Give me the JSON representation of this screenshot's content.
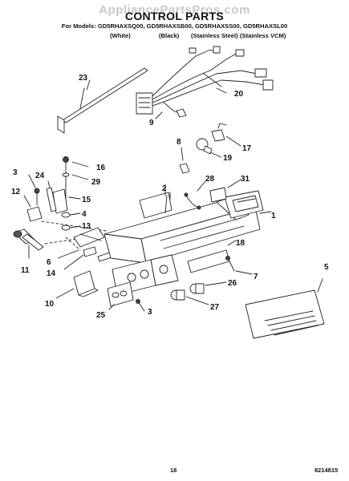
{
  "header": {
    "watermark": "AppliancePartsPros.com",
    "title": "CONTROL PARTS",
    "models_line": "For Models: GD5RHAXSQ00, GD5RHAXSB00, GD5RHAXSS00, GD5RHAXSL00",
    "colors": [
      "(White)",
      "(Black)",
      "(Stainless Steel)",
      "(Stainless VCM)"
    ]
  },
  "callouts": {
    "c1": "1",
    "c2": "2",
    "c3a": "3",
    "c3b": "3",
    "c4": "4",
    "c5": "5",
    "c6": "6",
    "c7": "7",
    "c8": "8",
    "c9": "9",
    "c10": "10",
    "c11": "11",
    "c12": "12",
    "c13": "13",
    "c14": "14",
    "c15": "15",
    "c16": "16",
    "c17": "17",
    "c18": "18",
    "c19": "19",
    "c20": "20",
    "c23": "23",
    "c24": "24",
    "c25": "25",
    "c26": "26",
    "c27": "27",
    "c28": "28",
    "c29": "29",
    "c31": "31"
  },
  "footer": {
    "page_number": "18",
    "doc_number": "8214815"
  }
}
